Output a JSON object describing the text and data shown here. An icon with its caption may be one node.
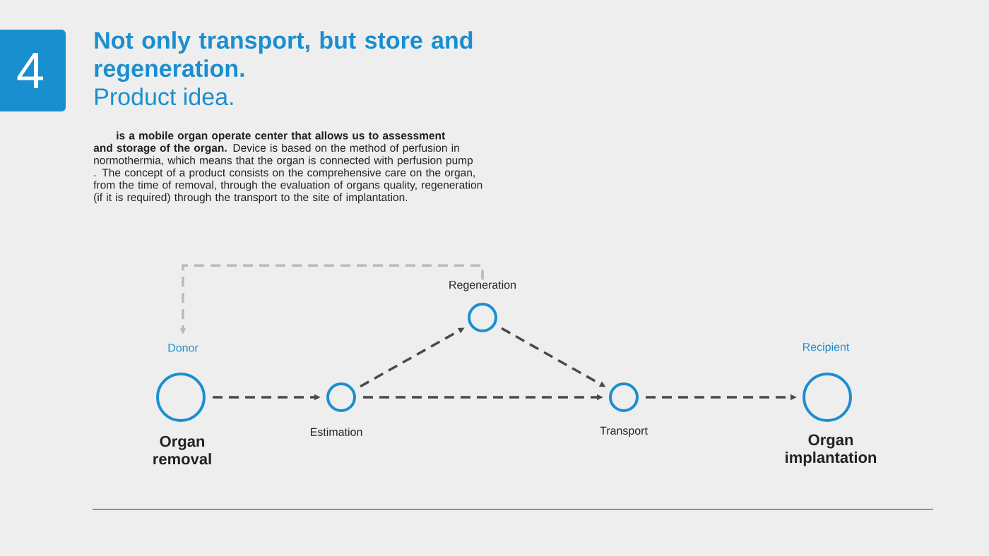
{
  "diagram": {
    "title": "Not only transport, but store and regeneration.",
    "nodes": [
      {
        "text": [
          "Donor",
          "Organ removal"
        ]
      },
      {
        "text": [
          "Estimation"
        ]
      },
      {
        "text": [
          "Regeneration"
        ]
      },
      {
        "text": [
          "Transport"
        ]
      },
      {
        "text": [
          "Recipient",
          "Organ implantation"
        ]
      }
    ],
    "edges": [
      {
        "from": 2,
        "to": 0,
        "arrow": "to",
        "style": "dashed",
        "color": "#b9b9b9"
      },
      {
        "from": 0,
        "to": 1,
        "arrow": "to",
        "style": "dashed"
      },
      {
        "from": 1,
        "to": 2,
        "arrow": "to",
        "style": "dashed"
      },
      {
        "from": 1,
        "to": 3,
        "arrow": "to",
        "style": "dashed"
      },
      {
        "from": 2,
        "to": 3,
        "arrow": "to",
        "style": "dashed"
      },
      {
        "from": 3,
        "to": 4,
        "arrow": "to",
        "style": "dashed"
      }
    ],
    "labels": [
      "4",
      "Product idea.",
      "**is a mobile organ operate center that allows us to assessment and storage of the organ.** Device is based on the method of perfusion in normothermia, which means that the organ is connected with perfusion pump . The concept of a product consists on the comprehensive care on the organ, from the time of removal, through the evaluation of organs quality, regeneration (if it is required) through the transport to the site of implantation."
    ]
  }
}
